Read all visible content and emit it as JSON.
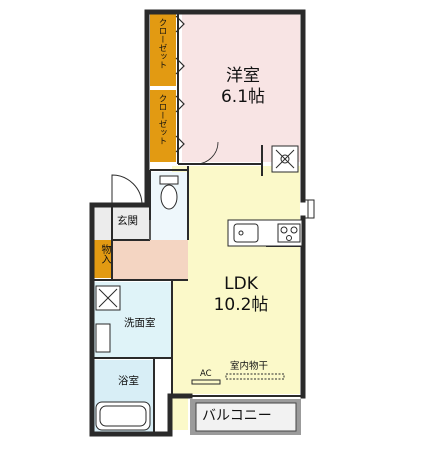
{
  "rooms": {
    "western": {
      "name": "洋室",
      "size": "6.1帖"
    },
    "ldk": {
      "name": "LDK",
      "size": "10.2帖"
    },
    "entrance": "玄関",
    "storage": "物入",
    "washroom": "洗面室",
    "bath": "浴室",
    "balcony": "バルコニー"
  },
  "labels": {
    "closet_upper": "クローゼット",
    "closet_lower": "クローゼット",
    "indoor_drying": "室内物干",
    "ac": "AC"
  },
  "colors": {
    "western_room": "#f8e4e4",
    "ldk": "#fbf9c9",
    "washroom": "#dff3f8",
    "bath": "#d8eef6",
    "entrance": "#ececec",
    "hall": "#f4d5c2",
    "closet": "#e29a12",
    "balcony": "#9b9b9b",
    "wall": "#2a2a2a"
  },
  "icons": [
    "fan-icon",
    "sink-icon",
    "stove-icon",
    "toilet-icon",
    "washer-icon",
    "bathtub-icon"
  ]
}
